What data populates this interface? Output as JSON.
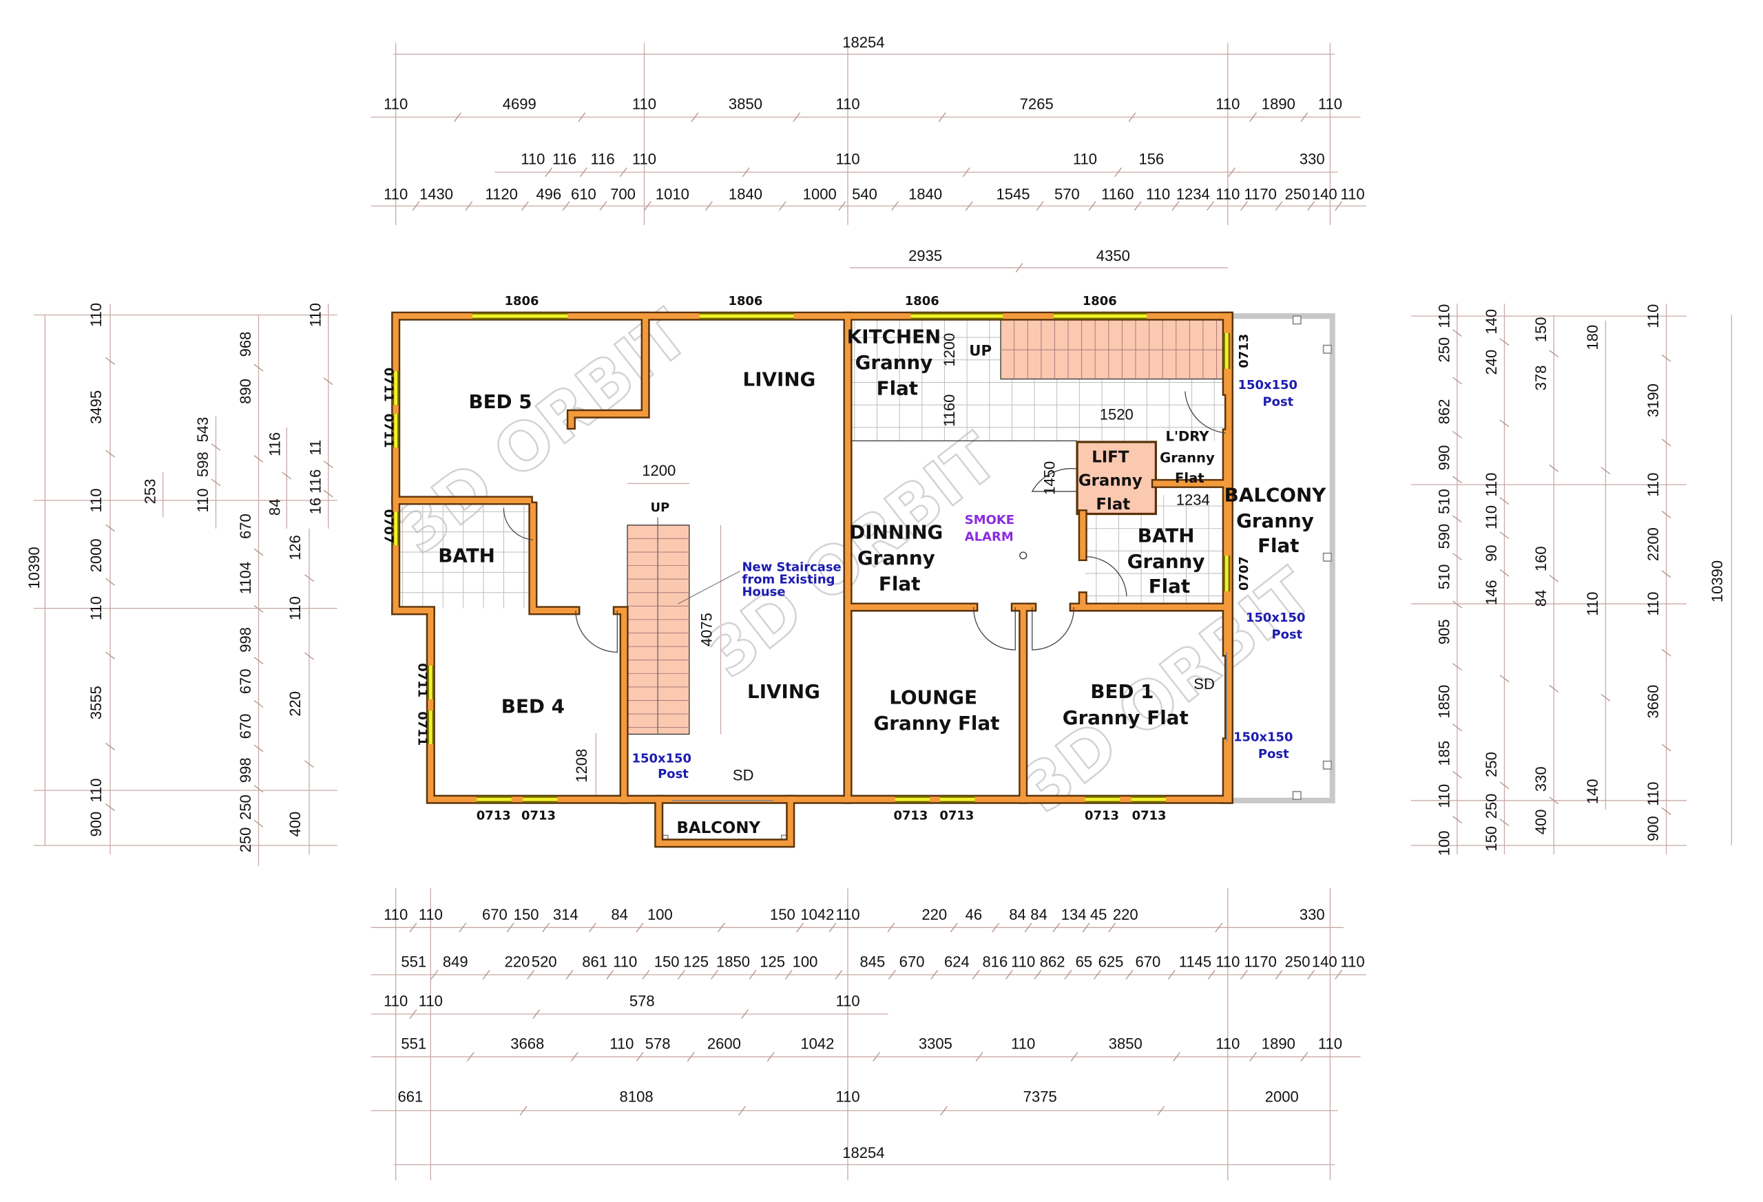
{
  "dimensions": {
    "top_overall": "18254",
    "top_row1": [
      "110",
      "4699",
      "110",
      "3850",
      "110",
      "7265",
      "110",
      "1890",
      "110"
    ],
    "top_row2": [
      "110",
      "116",
      "116",
      "110",
      "110",
      "110",
      "156",
      "330"
    ],
    "top_row3": [
      "110",
      "1430",
      "1120",
      "496",
      "610",
      "700",
      "1010",
      "1840",
      "1000",
      "540",
      "1840",
      "1545",
      "570",
      "1160",
      "110",
      "1234",
      "110",
      "1170",
      "250",
      "140",
      "110"
    ],
    "top_row4": [
      "2935",
      "4350"
    ],
    "bottom_row1": [
      "110",
      "110",
      "670",
      "150",
      "314",
      "84",
      "100",
      "150",
      "1042",
      "110",
      "220",
      "46",
      "84",
      "84",
      "134",
      "45",
      "220",
      "330"
    ],
    "bottom_row2": [
      "551",
      "849",
      "220",
      "520",
      "861",
      "110",
      "150",
      "125",
      "1850",
      "125",
      "100",
      "845",
      "670",
      "624",
      "816",
      "110",
      "862",
      "65",
      "625",
      "670",
      "1145",
      "110",
      "1170",
      "250",
      "140",
      "110"
    ],
    "bottom_row3": [
      "110",
      "110",
      "578",
      "110"
    ],
    "bottom_row4": [
      "551",
      "3668",
      "110",
      "578",
      "2600",
      "1042",
      "3305",
      "110",
      "3850",
      "110",
      "1890",
      "110"
    ],
    "bottom_row5": [
      "661",
      "8108",
      "110",
      "7375",
      "2000"
    ],
    "bottom_overall": "18254",
    "left_overall": "10390",
    "left_col1": [
      "110",
      "3495",
      "110",
      "2000",
      "110",
      "3555",
      "110",
      "900"
    ],
    "left_col2": [
      "253"
    ],
    "left_col3": [
      "543",
      "598",
      "110"
    ],
    "left_col4": [
      "968",
      "890",
      "670",
      "1104",
      "998",
      "670",
      "670",
      "998",
      "250",
      "250"
    ],
    "left_col5": [
      "116",
      "84"
    ],
    "left_col6": [
      "126",
      "110",
      "220",
      "400"
    ],
    "left_col7": [
      "110",
      "11",
      "116",
      "16"
    ],
    "right_col1": [
      "110",
      "250",
      "862",
      "990",
      "510",
      "590",
      "510",
      "905",
      "1850",
      "185",
      "110",
      "100"
    ],
    "right_col2": [
      "140",
      "240",
      "110",
      "110",
      "90",
      "146",
      "250",
      "250",
      "150"
    ],
    "right_col3": [
      "150",
      "378",
      "160",
      "84",
      "330",
      "400"
    ],
    "right_col4": [
      "180",
      "110",
      "140"
    ],
    "right_col5": [
      "110",
      "3190",
      "110",
      "2200",
      "110",
      "3660",
      "110",
      "900"
    ],
    "right_overall": "10390",
    "interior": {
      "stair_width": "1200",
      "stair_length": "4075",
      "bed4_depth": "1208",
      "kitchen_a": "1200",
      "kitchen_b": "1160",
      "hall": "1520",
      "lift": "1450",
      "bath": "1234"
    }
  },
  "windows": {
    "top": [
      "1806",
      "1806",
      "1806",
      "1806"
    ],
    "left": [
      "0711",
      "0711",
      "0707",
      "0711",
      "0711"
    ],
    "bottom": [
      "0713",
      "0713",
      "0713",
      "0713",
      "0713",
      "0713"
    ],
    "right": [
      "0713",
      "0707"
    ]
  },
  "rooms": {
    "bed5": "BED 5",
    "living_top": "LIVING",
    "bath": "BATH",
    "bed4": "BED 4",
    "living_bottom": "LIVING",
    "balcony": "BALCONY",
    "kitchen": [
      "KITCHEN",
      "Granny",
      "Flat"
    ],
    "dinning": [
      "DINNING",
      "Granny",
      "Flat"
    ],
    "lift": [
      "LIFT",
      "Granny",
      "Flat"
    ],
    "laundry": [
      "L'DRY",
      "Granny",
      "Flat"
    ],
    "bath_granny": [
      "BATH",
      "Granny",
      "Flat"
    ],
    "balcony_granny": [
      "BALCONY",
      "Granny",
      "Flat"
    ],
    "lounge": [
      "LOUNGE",
      "Granny Flat"
    ],
    "bed1": [
      "BED 1",
      "Granny Flat"
    ]
  },
  "annotations": {
    "up_living": "UP",
    "up_kitchen": "UP",
    "staircase_note": [
      "New Staircase",
      "from Existing",
      "House"
    ],
    "smoke_alarm": [
      "SMOKE",
      "ALARM"
    ],
    "post": [
      "150x150",
      "Post"
    ],
    "sd": "SD"
  },
  "watermark": "3D ORBIT",
  "colors": {
    "wall": "#f39a3d",
    "window": "#f4f02a",
    "stair": "#fbc9b0",
    "balcony_edge": "#c8c8c8",
    "note": "#1b1bb0",
    "smoke": "#8a2be2"
  }
}
